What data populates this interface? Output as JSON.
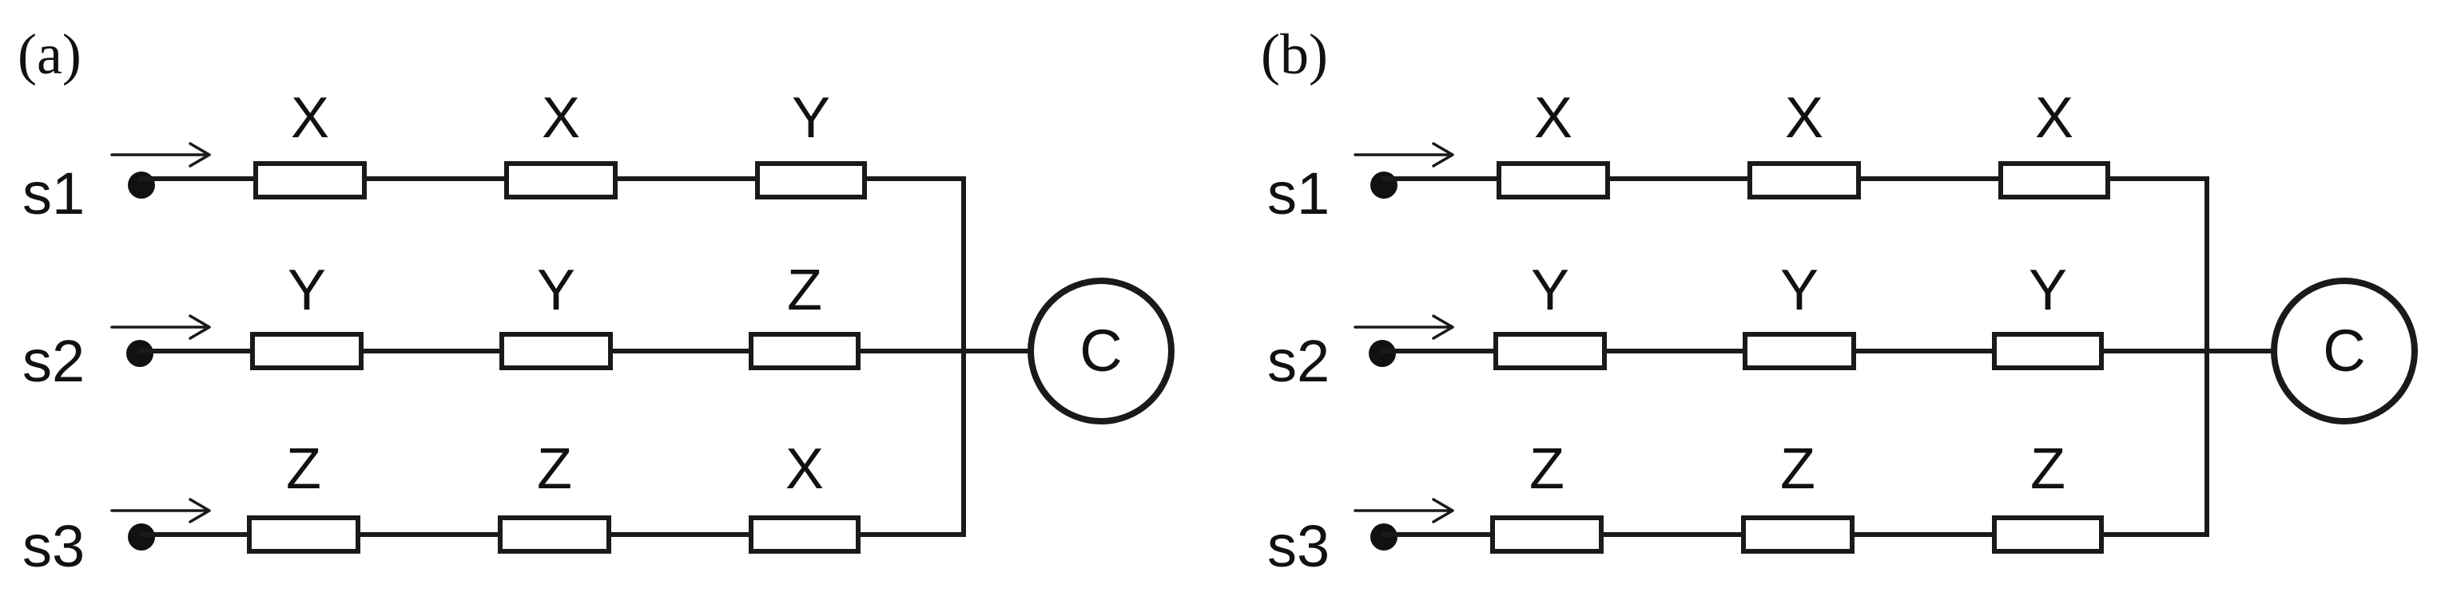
{
  "panels": [
    {
      "label": "(a)",
      "sources": [
        "s1",
        "s2",
        "s3"
      ],
      "rows": [
        [
          "X",
          "X",
          "Y"
        ],
        [
          "Y",
          "Y",
          "Z"
        ],
        [
          "Z",
          "Z",
          "X"
        ]
      ],
      "center": "C"
    },
    {
      "label": "(b)",
      "sources": [
        "s1",
        "s2",
        "s3"
      ],
      "rows": [
        [
          "X",
          "X",
          "X"
        ],
        [
          "Y",
          "Y",
          "Y"
        ],
        [
          "Z",
          "Z",
          "Z"
        ]
      ],
      "center": "C"
    }
  ]
}
